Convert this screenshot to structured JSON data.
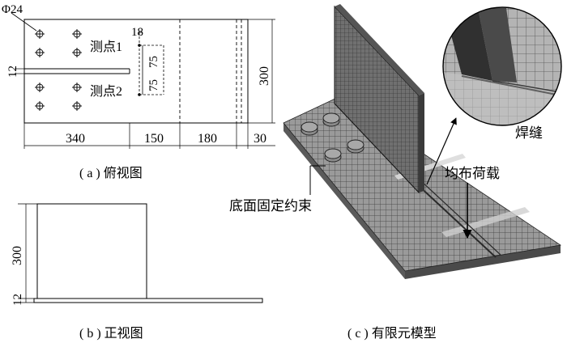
{
  "top_view": {
    "hole_label": "Φ24",
    "dim_18": "18",
    "point1": "测点1",
    "point2": "测点2",
    "dim_75a": "75",
    "dim_75b": "75",
    "dim_12": "12",
    "dim_300": "300",
    "dim_340": "340",
    "dim_150": "150",
    "dim_180": "180",
    "dim_30": "30",
    "caption": "( a ) 俯视图"
  },
  "front_view": {
    "dim_300": "300",
    "dim_12": "12",
    "caption": "( b ) 正视图"
  },
  "fem_model": {
    "weld_label": "焊缝",
    "load_label": "均布荷载",
    "constraint_label": "底面固定约束",
    "caption": "( c ) 有限元模型"
  }
}
